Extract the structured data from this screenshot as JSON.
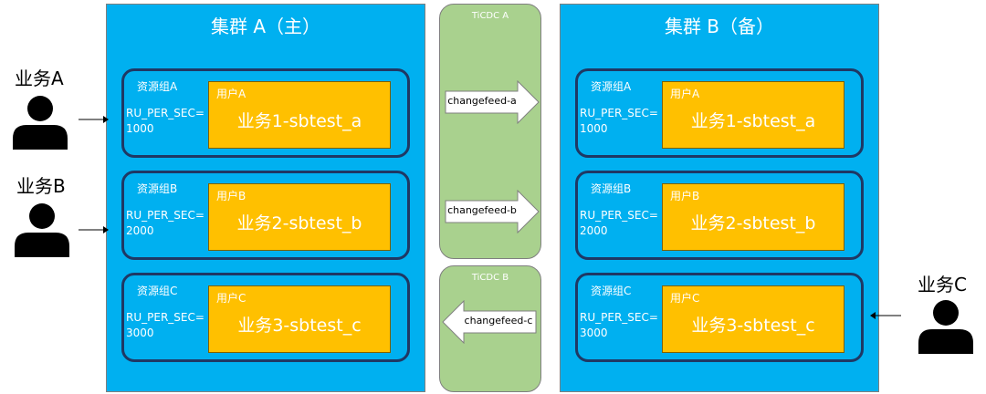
{
  "clusters": [
    {
      "title": "集群 A（主）",
      "groups": [
        {
          "name": "资源组A",
          "ru_label": "RU_PER_SEC=",
          "ru_value": "1000",
          "user": "用户A",
          "db": "业务1-sbtest_a"
        },
        {
          "name": "资源组B",
          "ru_label": "RU_PER_SEC=",
          "ru_value": "2000",
          "user": "用户B",
          "db": "业务2-sbtest_b"
        },
        {
          "name": "资源组C",
          "ru_label": "RU_PER_SEC=",
          "ru_value": "3000",
          "user": "用户C",
          "db": "业务3-sbtest_c"
        }
      ]
    },
    {
      "title": "集群 B（备）",
      "groups": [
        {
          "name": "资源组A",
          "ru_label": "RU_PER_SEC=",
          "ru_value": "1000",
          "user": "用户A",
          "db": "业务1-sbtest_a"
        },
        {
          "name": "资源组B",
          "ru_label": "RU_PER_SEC=",
          "ru_value": "2000",
          "user": "用户B",
          "db": "业务2-sbtest_b"
        },
        {
          "name": "资源组C",
          "ru_label": "RU_PER_SEC=",
          "ru_value": "3000",
          "user": "用户C",
          "db": "业务3-sbtest_c"
        }
      ]
    }
  ],
  "ticdc": [
    {
      "title": "TiCDC A"
    },
    {
      "title": "TiCDC B"
    }
  ],
  "changefeeds": [
    {
      "label": "changefeed-a",
      "direction": "right"
    },
    {
      "label": "changefeed-b",
      "direction": "right"
    },
    {
      "label": "changefeed-c",
      "direction": "left"
    }
  ],
  "businesses": [
    {
      "label": "业务A"
    },
    {
      "label": "业务B"
    },
    {
      "label": "业务C"
    }
  ],
  "colors": {
    "cluster": "#00b0f0",
    "group_border": "#1f3864",
    "user_box": "#ffc000",
    "ticdc": "#a9d18e",
    "person": "#000000"
  }
}
